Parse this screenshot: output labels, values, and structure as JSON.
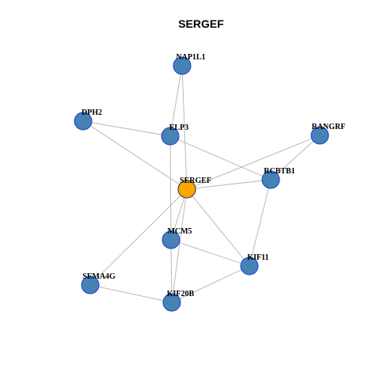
{
  "graph": {
    "title": "SERGEF",
    "colors": {
      "node_fill": "#4682b4",
      "node_stroke": "#1d3fd1",
      "center_fill": "#ffa500",
      "center_stroke": "#333333",
      "edge": "#b3b3b3"
    },
    "nodes": [
      {
        "id": "NAP1L1",
        "label": "NAP1L1",
        "center": false
      },
      {
        "id": "DPH2",
        "label": "DPH2",
        "center": false
      },
      {
        "id": "ELP3",
        "label": "ELP3",
        "center": false
      },
      {
        "id": "RANGRF",
        "label": "RANGRF",
        "center": false
      },
      {
        "id": "RCBTB1",
        "label": "RCBTB1",
        "center": false
      },
      {
        "id": "SERGEF",
        "label": "SERGEF",
        "center": true
      },
      {
        "id": "MCM5",
        "label": "MCM5",
        "center": false
      },
      {
        "id": "KIF11",
        "label": "KIF11",
        "center": false
      },
      {
        "id": "SEMA4G",
        "label": "SEMA4G",
        "center": false
      },
      {
        "id": "KIF20B",
        "label": "KIF20B",
        "center": false
      }
    ],
    "edges": [
      [
        "NAP1L1",
        "ELP3"
      ],
      [
        "NAP1L1",
        "SERGEF"
      ],
      [
        "DPH2",
        "ELP3"
      ],
      [
        "DPH2",
        "SERGEF"
      ],
      [
        "ELP3",
        "RCBTB1"
      ],
      [
        "ELP3",
        "MCM5"
      ],
      [
        "RANGRF",
        "SERGEF"
      ],
      [
        "RANGRF",
        "RCBTB1"
      ],
      [
        "SERGEF",
        "RCBTB1"
      ],
      [
        "SERGEF",
        "MCM5"
      ],
      [
        "SERGEF",
        "KIF11"
      ],
      [
        "SERGEF",
        "KIF20B"
      ],
      [
        "SERGEF",
        "SEMA4G"
      ],
      [
        "RCBTB1",
        "KIF11"
      ],
      [
        "MCM5",
        "KIF11"
      ],
      [
        "MCM5",
        "KIF20B"
      ],
      [
        "KIF11",
        "KIF20B"
      ],
      [
        "SEMA4G",
        "KIF20B"
      ]
    ]
  }
}
